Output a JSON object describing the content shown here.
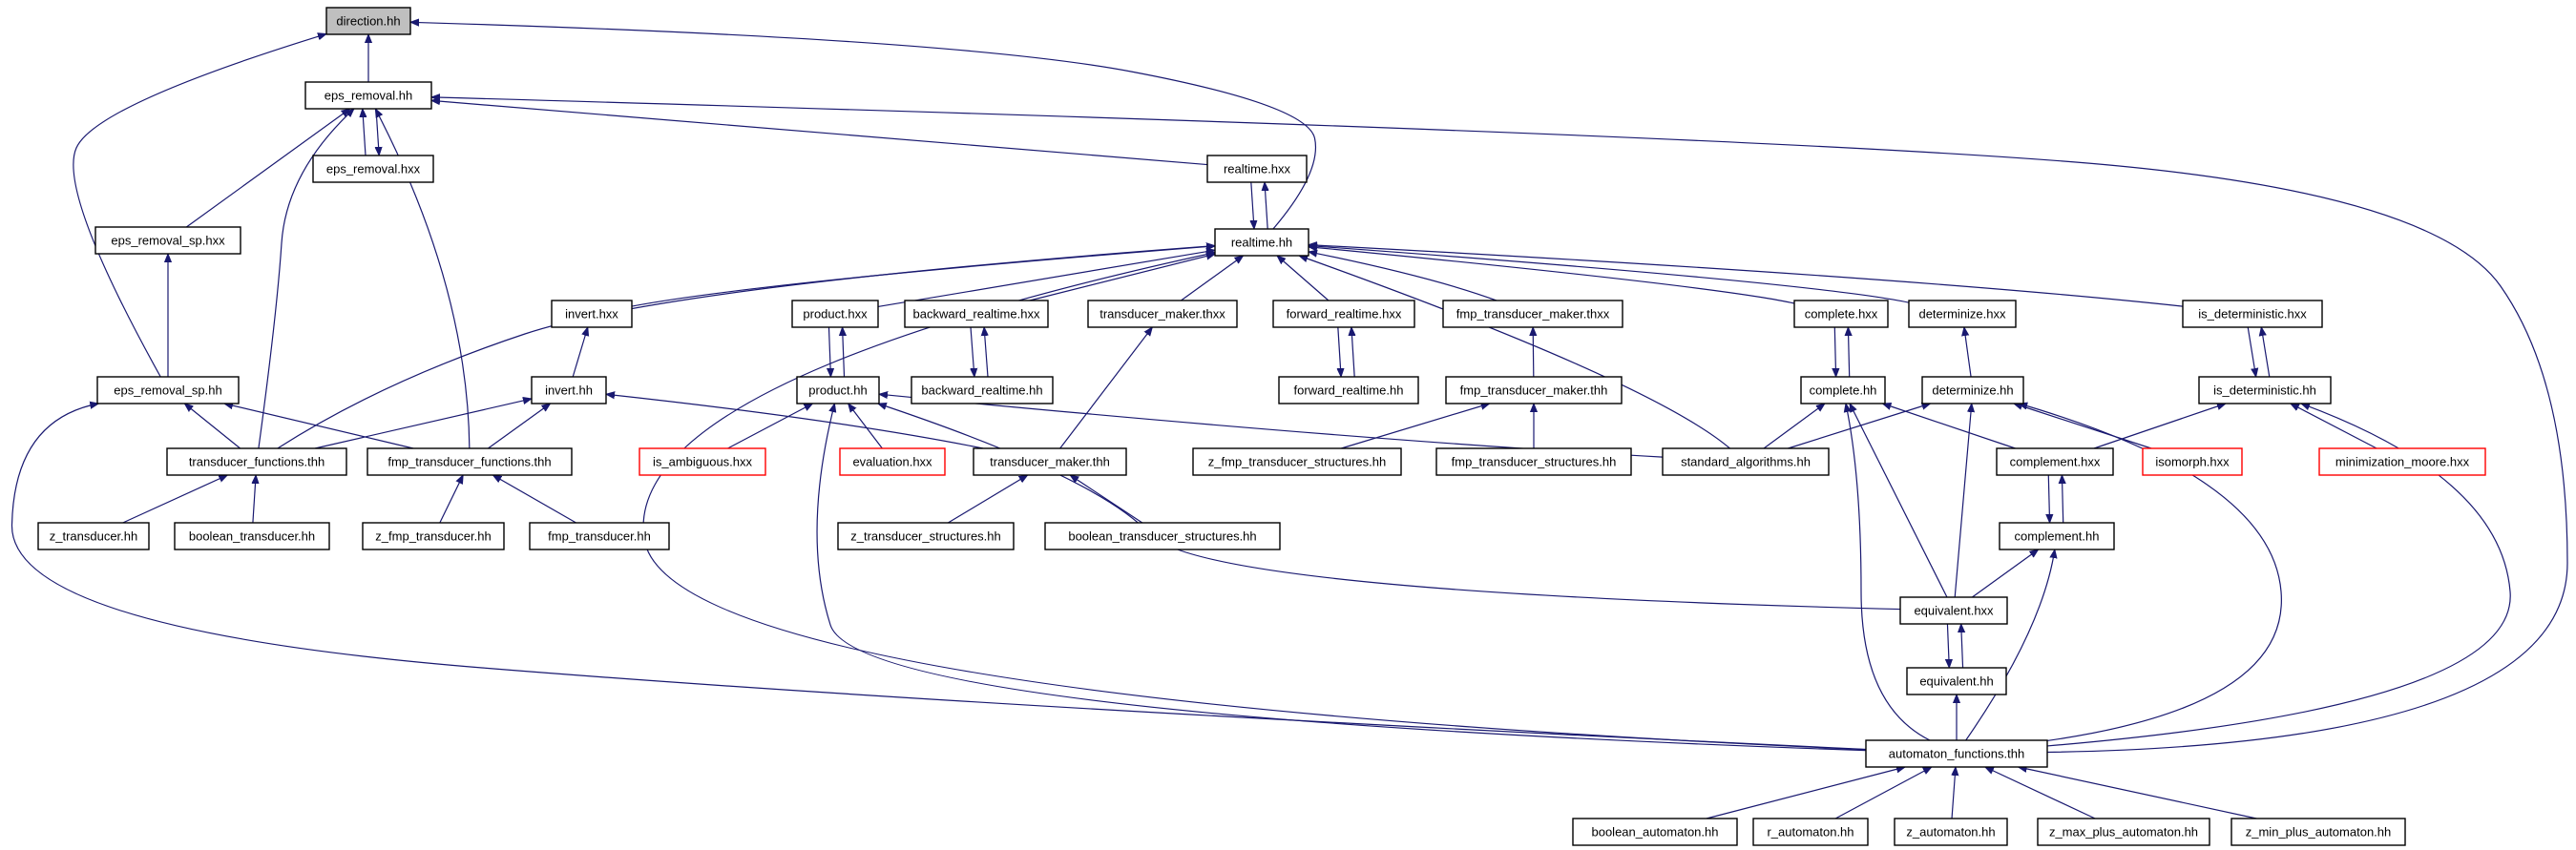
{
  "graph": {
    "colors": {
      "edge": "#191970",
      "highlight_fill": "#bfbfbf",
      "incomplete_border": "#ff0000"
    },
    "nodes": {
      "direction_hh": {
        "label": "direction.hh",
        "highlight": true
      },
      "eps_removal_hh": {
        "label": "eps_removal.hh"
      },
      "eps_removal_hxx": {
        "label": "eps_removal.hxx"
      },
      "eps_removal_sp_hxx": {
        "label": "eps_removal_sp.hxx"
      },
      "realtime_hxx": {
        "label": "realtime.hxx"
      },
      "realtime_hh": {
        "label": "realtime.hh"
      },
      "eps_removal_sp_hh": {
        "label": "eps_removal_sp.hh"
      },
      "invert_hxx": {
        "label": "invert.hxx"
      },
      "invert_hh": {
        "label": "invert.hh"
      },
      "product_hxx": {
        "label": "product.hxx"
      },
      "product_hh": {
        "label": "product.hh"
      },
      "backward_realtime_hxx": {
        "label": "backward_realtime.hxx"
      },
      "backward_realtime_hh": {
        "label": "backward_realtime.hh"
      },
      "transducer_maker_thxx": {
        "label": "transducer_maker.thxx"
      },
      "forward_realtime_hxx": {
        "label": "forward_realtime.hxx"
      },
      "forward_realtime_hh": {
        "label": "forward_realtime.hh"
      },
      "fmp_transducer_maker_thxx": {
        "label": "fmp_transducer_maker.thxx"
      },
      "fmp_transducer_maker_thh": {
        "label": "fmp_transducer_maker.thh"
      },
      "complete_hxx": {
        "label": "complete.hxx"
      },
      "complete_hh": {
        "label": "complete.hh"
      },
      "determinize_hxx": {
        "label": "determinize.hxx"
      },
      "determinize_hh": {
        "label": "determinize.hh"
      },
      "is_deterministic_hxx": {
        "label": "is_deterministic.hxx"
      },
      "is_deterministic_hh": {
        "label": "is_deterministic.hh"
      },
      "transducer_functions_thh": {
        "label": "transducer_functions.thh"
      },
      "fmp_transducer_functions_thh": {
        "label": "fmp_transducer_functions.thh"
      },
      "is_ambiguous_hxx": {
        "label": "is_ambiguous.hxx",
        "red": true
      },
      "evaluation_hxx": {
        "label": "evaluation.hxx",
        "red": true
      },
      "transducer_maker_thh": {
        "label": "transducer_maker.thh"
      },
      "z_fmp_transducer_structures_hh": {
        "label": "z_fmp_transducer_structures.hh"
      },
      "fmp_transducer_structures_hh": {
        "label": "fmp_transducer_structures.hh"
      },
      "standard_algorithms_hh": {
        "label": "standard_algorithms.hh"
      },
      "complement_hxx": {
        "label": "complement.hxx"
      },
      "isomorph_hxx": {
        "label": "isomorph.hxx",
        "red": true
      },
      "minimization_moore_hxx": {
        "label": "minimization_moore.hxx",
        "red": true
      },
      "z_transducer_hh": {
        "label": "z_transducer.hh"
      },
      "boolean_transducer_hh": {
        "label": "boolean_transducer.hh"
      },
      "z_fmp_transducer_hh": {
        "label": "z_fmp_transducer.hh"
      },
      "fmp_transducer_hh": {
        "label": "fmp_transducer.hh"
      },
      "z_transducer_structures_hh": {
        "label": "z_transducer_structures.hh"
      },
      "boolean_transducer_structures_hh": {
        "label": "boolean_transducer_structures.hh"
      },
      "complement_hh": {
        "label": "complement.hh"
      },
      "equivalent_hxx": {
        "label": "equivalent.hxx"
      },
      "equivalent_hh": {
        "label": "equivalent.hh"
      },
      "automaton_functions_thh": {
        "label": "automaton_functions.thh"
      },
      "boolean_automaton_hh": {
        "label": "boolean_automaton.hh"
      },
      "r_automaton_hh": {
        "label": "r_automaton.hh"
      },
      "z_automaton_hh": {
        "label": "z_automaton.hh"
      },
      "z_max_plus_automaton_hh": {
        "label": "z_max_plus_automaton.hh"
      },
      "z_min_plus_automaton_hh": {
        "label": "z_min_plus_automaton.hh"
      }
    },
    "edges": [
      [
        "eps_removal_hh",
        "direction_hh"
      ],
      [
        "realtime_hh",
        "direction_hh"
      ],
      [
        "eps_removal_sp_hh",
        "direction_hh"
      ],
      [
        "eps_removal_hxx",
        "eps_removal_hh"
      ],
      [
        "eps_removal_hh",
        "eps_removal_hxx"
      ],
      [
        "eps_removal_sp_hxx",
        "eps_removal_hh"
      ],
      [
        "realtime_hxx",
        "eps_removal_hh"
      ],
      [
        "transducer_functions_thh",
        "eps_removal_hh"
      ],
      [
        "fmp_transducer_functions_thh",
        "eps_removal_hh"
      ],
      [
        "automaton_functions_thh",
        "eps_removal_hh"
      ],
      [
        "realtime_hxx",
        "realtime_hh"
      ],
      [
        "realtime_hh",
        "realtime_hxx"
      ],
      [
        "eps_removal_sp_hh",
        "eps_removal_sp_hxx"
      ],
      [
        "invert_hxx",
        "realtime_hh"
      ],
      [
        "product_hxx",
        "realtime_hh"
      ],
      [
        "backward_realtime_hxx",
        "realtime_hh"
      ],
      [
        "transducer_maker_thxx",
        "realtime_hh"
      ],
      [
        "forward_realtime_hxx",
        "realtime_hh"
      ],
      [
        "fmp_transducer_maker_thxx",
        "realtime_hh"
      ],
      [
        "complete_hxx",
        "realtime_hh"
      ],
      [
        "determinize_hxx",
        "realtime_hh"
      ],
      [
        "is_deterministic_hxx",
        "realtime_hh"
      ],
      [
        "transducer_functions_thh",
        "realtime_hh"
      ],
      [
        "automaton_functions_thh",
        "realtime_hh"
      ],
      [
        "standard_algorithms_hh",
        "realtime_hh"
      ],
      [
        "invert_hh",
        "invert_hxx"
      ],
      [
        "product_hh",
        "product_hxx"
      ],
      [
        "product_hxx",
        "product_hh"
      ],
      [
        "backward_realtime_hh",
        "backward_realtime_hxx"
      ],
      [
        "backward_realtime_hxx",
        "backward_realtime_hh"
      ],
      [
        "transducer_maker_thh",
        "transducer_maker_thxx"
      ],
      [
        "forward_realtime_hh",
        "forward_realtime_hxx"
      ],
      [
        "forward_realtime_hxx",
        "forward_realtime_hh"
      ],
      [
        "fmp_transducer_maker_thh",
        "fmp_transducer_maker_thxx"
      ],
      [
        "complete_hh",
        "complete_hxx"
      ],
      [
        "complete_hxx",
        "complete_hh"
      ],
      [
        "determinize_hh",
        "determinize_hxx"
      ],
      [
        "is_deterministic_hh",
        "is_deterministic_hxx"
      ],
      [
        "is_deterministic_hxx",
        "is_deterministic_hh"
      ],
      [
        "transducer_functions_thh",
        "eps_removal_sp_hh"
      ],
      [
        "fmp_transducer_functions_thh",
        "eps_removal_sp_hh"
      ],
      [
        "automaton_functions_thh",
        "eps_removal_sp_hh"
      ],
      [
        "transducer_functions_thh",
        "invert_hh"
      ],
      [
        "fmp_transducer_functions_thh",
        "invert_hh"
      ],
      [
        "transducer_maker_thh",
        "invert_hh"
      ],
      [
        "is_ambiguous_hxx",
        "product_hh"
      ],
      [
        "evaluation_hxx",
        "product_hh"
      ],
      [
        "standard_algorithms_hh",
        "product_hh"
      ],
      [
        "equivalent_hxx",
        "product_hh"
      ],
      [
        "automaton_functions_thh",
        "product_hh"
      ],
      [
        "z_fmp_transducer_structures_hh",
        "fmp_transducer_maker_thh"
      ],
      [
        "fmp_transducer_structures_hh",
        "fmp_transducer_maker_thh"
      ],
      [
        "standard_algorithms_hh",
        "complete_hh"
      ],
      [
        "complement_hxx",
        "complete_hh"
      ],
      [
        "equivalent_hxx",
        "complete_hh"
      ],
      [
        "automaton_functions_thh",
        "complete_hh"
      ],
      [
        "standard_algorithms_hh",
        "determinize_hh"
      ],
      [
        "isomorph_hxx",
        "determinize_hh"
      ],
      [
        "equivalent_hxx",
        "determinize_hh"
      ],
      [
        "automaton_functions_thh",
        "determinize_hh"
      ],
      [
        "complement_hxx",
        "is_deterministic_hh"
      ],
      [
        "minimization_moore_hxx",
        "is_deterministic_hh"
      ],
      [
        "automaton_functions_thh",
        "is_deterministic_hh"
      ],
      [
        "z_transducer_hh",
        "transducer_functions_thh"
      ],
      [
        "boolean_transducer_hh",
        "transducer_functions_thh"
      ],
      [
        "z_fmp_transducer_hh",
        "fmp_transducer_functions_thh"
      ],
      [
        "fmp_transducer_hh",
        "fmp_transducer_functions_thh"
      ],
      [
        "z_transducer_structures_hh",
        "transducer_maker_thh"
      ],
      [
        "boolean_transducer_structures_hh",
        "transducer_maker_thh"
      ],
      [
        "complement_hh",
        "complement_hxx"
      ],
      [
        "complement_hxx",
        "complement_hh"
      ],
      [
        "equivalent_hxx",
        "complement_hh"
      ],
      [
        "automaton_functions_thh",
        "complement_hh"
      ],
      [
        "equivalent_hh",
        "equivalent_hxx"
      ],
      [
        "equivalent_hxx",
        "equivalent_hh"
      ],
      [
        "automaton_functions_thh",
        "equivalent_hh"
      ],
      [
        "boolean_automaton_hh",
        "automaton_functions_thh"
      ],
      [
        "r_automaton_hh",
        "automaton_functions_thh"
      ],
      [
        "z_automaton_hh",
        "automaton_functions_thh"
      ],
      [
        "z_max_plus_automaton_hh",
        "automaton_functions_thh"
      ],
      [
        "z_min_plus_automaton_hh",
        "automaton_functions_thh"
      ]
    ]
  }
}
